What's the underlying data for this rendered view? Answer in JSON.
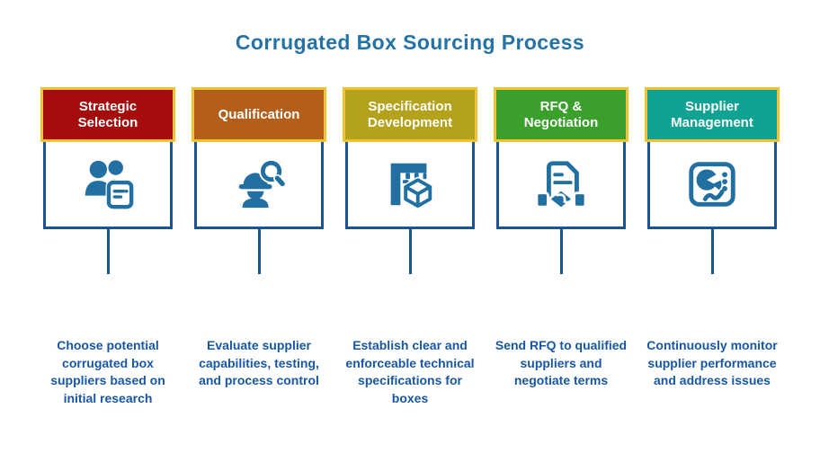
{
  "title": {
    "text": "Corrugated Box Sourcing Process",
    "color": "#2573a6"
  },
  "colors": {
    "gold_border": "#f1c232",
    "box_border": "#1a5492",
    "connector": "#1a5492",
    "icon": "#2170a1",
    "header_text": "#ffffff",
    "description_text": "#1757a5"
  },
  "steps": [
    {
      "label": "Strategic Selection",
      "header_color": "#a50d0d",
      "icon": "team-document-icon",
      "description": "Choose potential corrugated box suppliers based on initial research"
    },
    {
      "label": "Qualification",
      "header_color": "#b35f1b",
      "icon": "engineer-magnifier-icon",
      "description": "Evaluate supplier capabilities, testing, and process control"
    },
    {
      "label": "Specification Development",
      "header_color": "#b4a11c",
      "icon": "ruler-cube-icon",
      "description": "Establish clear and enforceable technical specifications for boxes"
    },
    {
      "label": "RFQ & Negotiation",
      "header_color": "#3ba02b",
      "icon": "document-handshake-icon",
      "description": "Send RFQ to qualified suppliers and negotiate terms"
    },
    {
      "label": "Supplier Management",
      "header_color": "#10a292",
      "icon": "dashboard-chart-icon",
      "description": "Continuously monitor supplier performance and address issues"
    }
  ]
}
